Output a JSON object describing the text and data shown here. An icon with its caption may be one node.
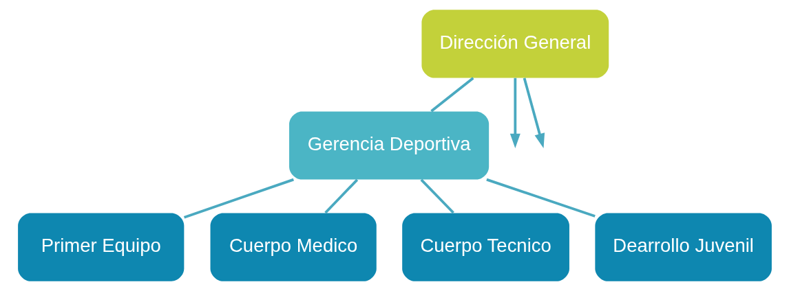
{
  "diagram": {
    "nodes": [
      {
        "text": [
          "Dirección General"
        ]
      },
      {
        "text": [
          "Gerencia Deportiva"
        ]
      },
      {
        "text": [
          "Primer Equipo"
        ]
      },
      {
        "text": [
          "Cuerpo Medico"
        ]
      },
      {
        "text": [
          "Cuerpo Tecnico"
        ]
      },
      {
        "text": [
          "Dearrollo Juvenil"
        ]
      }
    ],
    "edges": [
      {
        "from": 0,
        "to": 1,
        "arrow": "none"
      },
      {
        "from": 0,
        "to": null,
        "arrow": "to"
      },
      {
        "from": 0,
        "to": null,
        "arrow": "to"
      },
      {
        "from": 1,
        "to": 2,
        "arrow": "none"
      },
      {
        "from": 1,
        "to": 3,
        "arrow": "none"
      },
      {
        "from": 1,
        "to": 4,
        "arrow": "none"
      },
      {
        "from": 1,
        "to": 5,
        "arrow": "none"
      }
    ]
  }
}
